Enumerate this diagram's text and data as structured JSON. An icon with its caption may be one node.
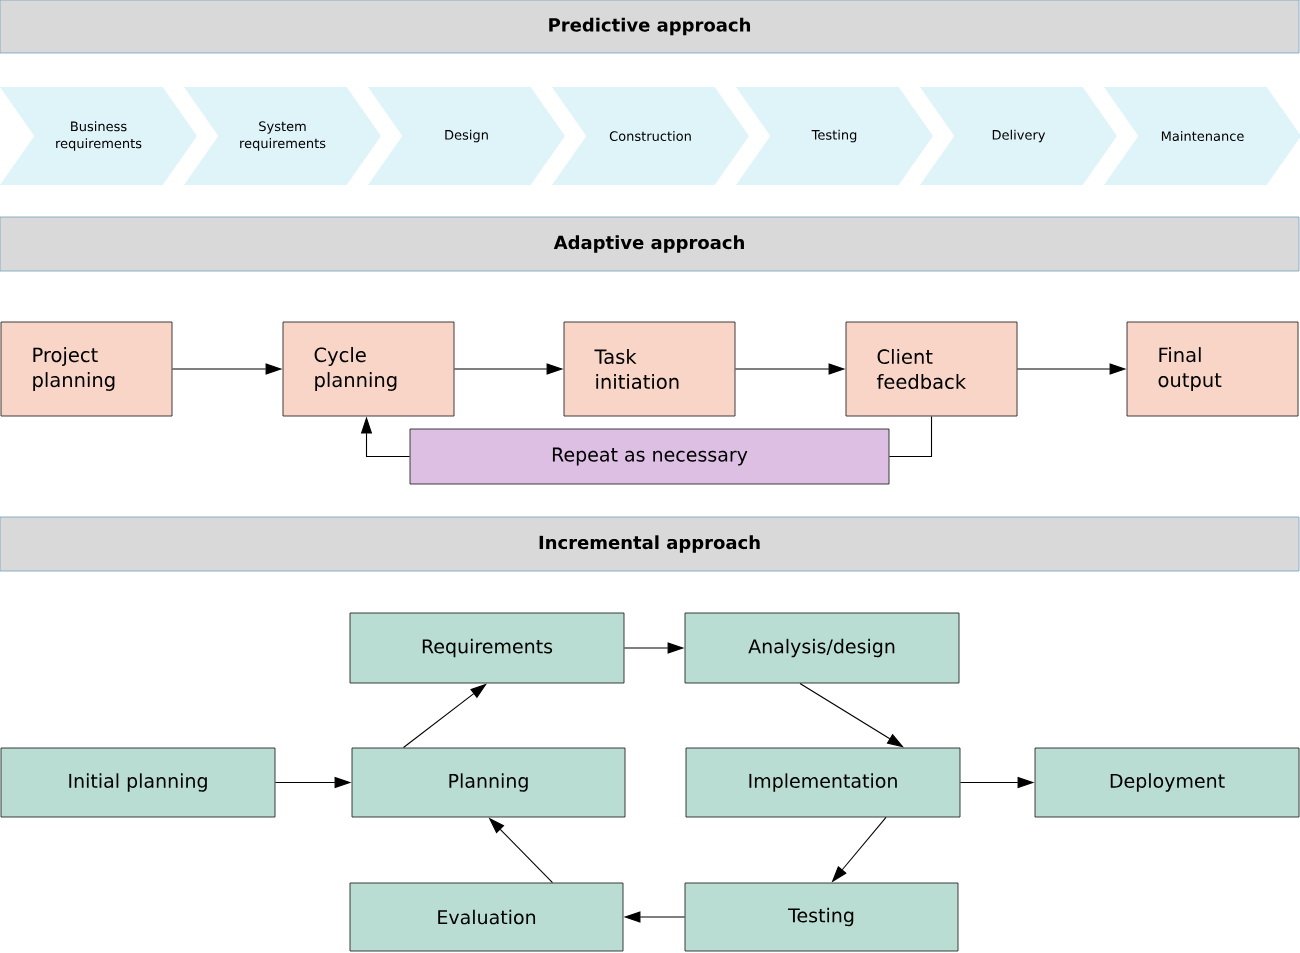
{
  "diagram": {
    "nodes": [
      {
        "text": [
          "Predictive approach"
        ]
      },
      {
        "text": [
          "Business requirements"
        ]
      },
      {
        "text": [
          "System requirements"
        ]
      },
      {
        "text": [
          "Design"
        ]
      },
      {
        "text": [
          "Construction"
        ]
      },
      {
        "text": [
          "Testing"
        ]
      },
      {
        "text": [
          "Delivery"
        ]
      },
      {
        "text": [
          "Maintenance"
        ]
      },
      {
        "text": [
          "Adaptive approach"
        ]
      },
      {
        "text": [
          "Project planning"
        ]
      },
      {
        "text": [
          "Cycle planning"
        ]
      },
      {
        "text": [
          "Task initiation"
        ]
      },
      {
        "text": [
          "Client feedback"
        ]
      },
      {
        "text": [
          "Final output"
        ]
      },
      {
        "text": [
          "Repeat as necessary"
        ]
      },
      {
        "text": [
          "Incremental approach"
        ]
      },
      {
        "text": [
          "Requirements"
        ]
      },
      {
        "text": [
          "Analysis/design"
        ]
      },
      {
        "text": [
          "Initial planning"
        ]
      },
      {
        "text": [
          "Planning"
        ]
      },
      {
        "text": [
          "Implementation"
        ]
      },
      {
        "text": [
          "Deployment"
        ]
      },
      {
        "text": [
          "Evaluation"
        ]
      },
      {
        "text": [
          "Testing"
        ]
      }
    ],
    "edges": [
      {
        "from": 9,
        "to": 10,
        "arrow": "to"
      },
      {
        "from": 10,
        "to": 11,
        "arrow": "to"
      },
      {
        "from": 11,
        "to": 12,
        "arrow": "to"
      },
      {
        "from": 12,
        "to": 13,
        "arrow": "to"
      },
      {
        "from": 12,
        "to": 14,
        "arrow": "none"
      },
      {
        "from": 14,
        "to": 10,
        "arrow": "to"
      },
      {
        "from": 16,
        "to": 17,
        "arrow": "to"
      },
      {
        "from": 17,
        "to": 20,
        "arrow": "to"
      },
      {
        "from": 18,
        "to": 19,
        "arrow": "to"
      },
      {
        "from": 19,
        "to": 16,
        "arrow": "to"
      },
      {
        "from": 20,
        "to": 21,
        "arrow": "to"
      },
      {
        "from": 20,
        "to": 23,
        "arrow": "to"
      },
      {
        "from": 23,
        "to": 22,
        "arrow": "to"
      },
      {
        "from": 22,
        "to": 19,
        "arrow": "to"
      }
    ]
  }
}
